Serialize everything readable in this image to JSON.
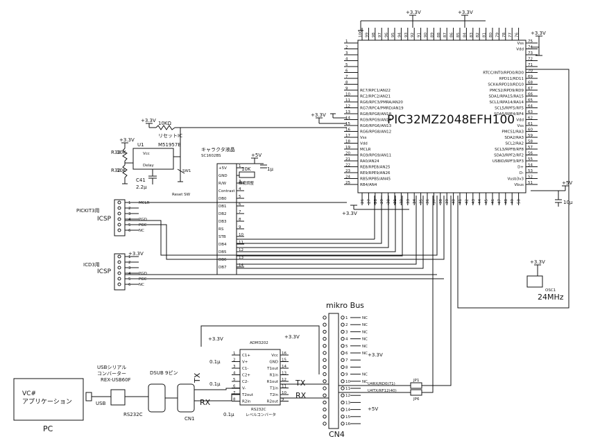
{
  "mcu": {
    "name": "PIC32MZ2048EFH100",
    "left_pins": [
      {
        "num": "1",
        "name": ""
      },
      {
        "num": "2",
        "name": ""
      },
      {
        "num": "3",
        "name": ""
      },
      {
        "num": "4",
        "name": ""
      },
      {
        "num": "5",
        "name": ""
      },
      {
        "num": "6",
        "name": ""
      },
      {
        "num": "7",
        "name": ""
      },
      {
        "num": "8",
        "name": ""
      },
      {
        "num": "9",
        "name": "RC7/RPC1/AN22"
      },
      {
        "num": "10",
        "name": "RC2/RPC2/AN21"
      },
      {
        "num": "11",
        "name": "RG6/RPC3/PMRA/AN20"
      },
      {
        "num": "12",
        "name": "RG7/RPC4/PMRD/AN19"
      },
      {
        "num": "13",
        "name": "RG8/RPG8/AN18"
      },
      {
        "num": "14",
        "name": "RG9/RPG9/AN14"
      },
      {
        "num": "15",
        "name": "RG6/RPG6/AN13"
      },
      {
        "num": "16",
        "name": "RG6/RPG8/AN12"
      },
      {
        "num": "17",
        "name": "Vss"
      },
      {
        "num": "18",
        "name": "Vdd"
      },
      {
        "num": "19",
        "name": "MCLR"
      },
      {
        "num": "20",
        "name": "RG9/RPG9/AN11"
      },
      {
        "num": "21",
        "name": "RA0/AN24"
      },
      {
        "num": "22",
        "name": "RE8/RPE8/AN25"
      },
      {
        "num": "23",
        "name": "RE9/RPE9/AN26"
      },
      {
        "num": "24",
        "name": "RB5/RPB5/AN45"
      },
      {
        "num": "25",
        "name": "RB4/AN4"
      }
    ],
    "right_pins": [
      {
        "num": "75",
        "name": "Vss"
      },
      {
        "num": "74",
        "name": "Vdd"
      },
      {
        "num": "73",
        "name": ""
      },
      {
        "num": "72",
        "name": ""
      },
      {
        "num": "71",
        "name": ""
      },
      {
        "num": "70",
        "name": "RTCC/INT0/RPD0/RD0"
      },
      {
        "num": "69",
        "name": "RPD11/RD11"
      },
      {
        "num": "68",
        "name": "SCK4/RPD10/RD10"
      },
      {
        "num": "67",
        "name": "PMCS2/RPD9/RD9"
      },
      {
        "num": "66",
        "name": "SDA1/RPA15/RA15"
      },
      {
        "num": "65",
        "name": "SCL1/RPA14/RA14"
      },
      {
        "num": "64",
        "name": "SCL5/RPF5/RF5"
      },
      {
        "num": "63",
        "name": "SDA5/RPF4/RF4"
      },
      {
        "num": "62",
        "name": "Vdd"
      },
      {
        "num": "61",
        "name": "Vss"
      },
      {
        "num": "60",
        "name": "PMCS1/RA3"
      },
      {
        "num": "59",
        "name": "SDA2/RA3"
      },
      {
        "num": "58",
        "name": "SCL2/RA2"
      },
      {
        "num": "57",
        "name": "SCL3/RPF8/RF8"
      },
      {
        "num": "56",
        "name": "SDA3/RPF2/RF2"
      },
      {
        "num": "55",
        "name": "USBID/RPF3/RF3"
      },
      {
        "num": "54",
        "name": "D+"
      },
      {
        "num": "53",
        "name": "D-"
      },
      {
        "num": "52",
        "name": "Vusb3v3"
      },
      {
        "num": "51",
        "name": "Vbus"
      }
    ],
    "top_pins": [
      "100",
      "99",
      "98",
      "97",
      "96",
      "95",
      "94",
      "93",
      "92",
      "91",
      "90",
      "89",
      "88",
      "87",
      "86",
      "85",
      "84",
      "83",
      "82",
      "81",
      "80",
      "79",
      "78",
      "77",
      "76"
    ],
    "bottom_pins": [
      "26",
      "27",
      "28",
      "29",
      "30",
      "31",
      "32",
      "33",
      "34",
      "35",
      "36",
      "37",
      "38",
      "39",
      "40",
      "41",
      "42",
      "43",
      "44",
      "45",
      "46",
      "47",
      "48",
      "49",
      "50"
    ]
  },
  "power": {
    "v33": "+3.3V",
    "v5": "+5V"
  },
  "reset": {
    "resistor": "10KΩ",
    "label": "リセットIC",
    "ic": "U1",
    "ic_part": "M51957B",
    "r33": "R33",
    "r33_val": "10K",
    "r32": "R32",
    "r32_val": "10K",
    "cap": "C41",
    "cap_val": "2.2μ",
    "pin_vcc": "Vcc",
    "pin_delay": "Delay",
    "sw_label": "Reset SW",
    "sw_name": "SW1"
  },
  "lcd": {
    "title": "キャラクタ液晶",
    "part": "SC1602BS",
    "pins": [
      "+5V",
      "GND",
      "R/W",
      "Contrast",
      "DB0",
      "DB1",
      "DB2",
      "DB3",
      "RS",
      "STB",
      "DB4",
      "DB5",
      "DB6",
      "DB7"
    ],
    "pin_nums": [
      "1",
      "2",
      "3",
      "4",
      "5",
      "6",
      "7",
      "8",
      "9",
      "10",
      "11",
      "12",
      "13",
      "14"
    ],
    "pot": "10K",
    "pot_label": "輝度調整",
    "cap": "1μ"
  },
  "icsp1": {
    "title": "PICKIT3用",
    "sub": "ICSP",
    "nums": [
      "1",
      "2",
      "3",
      "4",
      "5",
      "6"
    ],
    "signals": [
      "MCLR",
      "",
      "",
      "PGD",
      "PGC",
      "NC"
    ]
  },
  "icsp2": {
    "title": "ICD3用",
    "sub": "ICSP",
    "nums": [
      "1",
      "2",
      "3",
      "4",
      "5",
      "6"
    ],
    "signals": [
      "",
      "",
      "",
      "PGD",
      "PGC",
      "NC"
    ]
  },
  "osc": {
    "name": "OSC1",
    "freq": "24MHz"
  },
  "vbus_cap": "10μ",
  "mikro": {
    "title": "mikro Bus",
    "label": "CN4",
    "left_nums": [
      "1",
      "2",
      "3",
      "4",
      "5",
      "6",
      "7",
      "8",
      "9",
      "10",
      "11",
      "12",
      "13",
      "14",
      "15",
      "16"
    ],
    "right_nums": [
      "16",
      "15",
      "14",
      "13",
      "12",
      "11",
      "10",
      "9",
      "8",
      "7",
      "6",
      "5",
      "4",
      "3",
      "2",
      "1"
    ],
    "nc": "NC",
    "jp1": "JP1",
    "jp6": "JP6",
    "u4rx": "U4RX/RD0(71)",
    "u4tx": "U4TX/RF12(40)"
  },
  "rs232": {
    "part": "ADM3202",
    "label": "RS232C",
    "sublabel": "レベルコンバータ",
    "left_pins": [
      "C1+",
      "V+",
      "C1-",
      "C2+",
      "C2-",
      "V-",
      "T2out",
      "R2in"
    ],
    "right_pins": [
      "Vcc",
      "GND",
      "T1out",
      "R1in",
      "R1out",
      "T1in",
      "T2in",
      "R2out"
    ],
    "left_nums": [
      "1",
      "2",
      "3",
      "4",
      "5",
      "6",
      "7",
      "8"
    ],
    "right_nums": [
      "16",
      "15",
      "14",
      "13",
      "12",
      "11",
      "10",
      "9"
    ],
    "cap": "0.1μ",
    "tx": "TX",
    "rx": "RX"
  },
  "pc": {
    "app_line1": "VC#",
    "app_line2": "アプリケーション",
    "label": "PC",
    "usb": "USB",
    "conv_line1": "USBシリアル",
    "conv_line2": "コンバーター",
    "conv_part": "REX-USB60F",
    "rs232c": "RS232C",
    "dsub": "DSUB 9ピン",
    "cn1": "CN1",
    "tx": "TX",
    "rx": "RX"
  }
}
